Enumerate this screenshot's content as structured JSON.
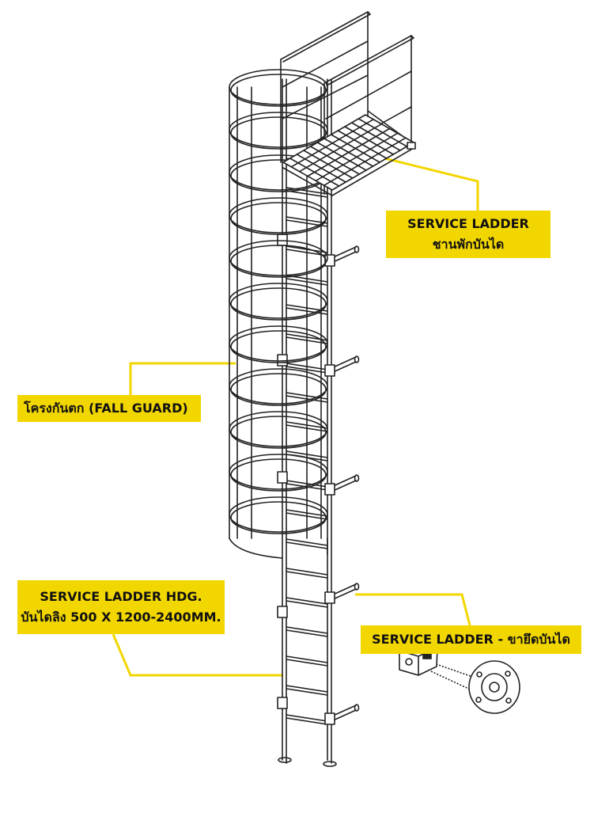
{
  "callouts": {
    "platform": {
      "line1": "SERVICE LADDER",
      "line2": "ชานพักบันได"
    },
    "fall_guard": {
      "line1": "โครงกันตก (FALL GUARD)"
    },
    "ladder": {
      "line1": "SERVICE LADDER HDG.",
      "line2": "บันไดลิง 500 X 1200-2400MM."
    },
    "bracket": {
      "line1": "SERVICE LADDER - ขายึดบันได"
    }
  },
  "colors": {
    "callout_fill": "#f2d600",
    "leader_line": "#f2d600",
    "drawing_line": "#222222",
    "background": "#ffffff"
  }
}
